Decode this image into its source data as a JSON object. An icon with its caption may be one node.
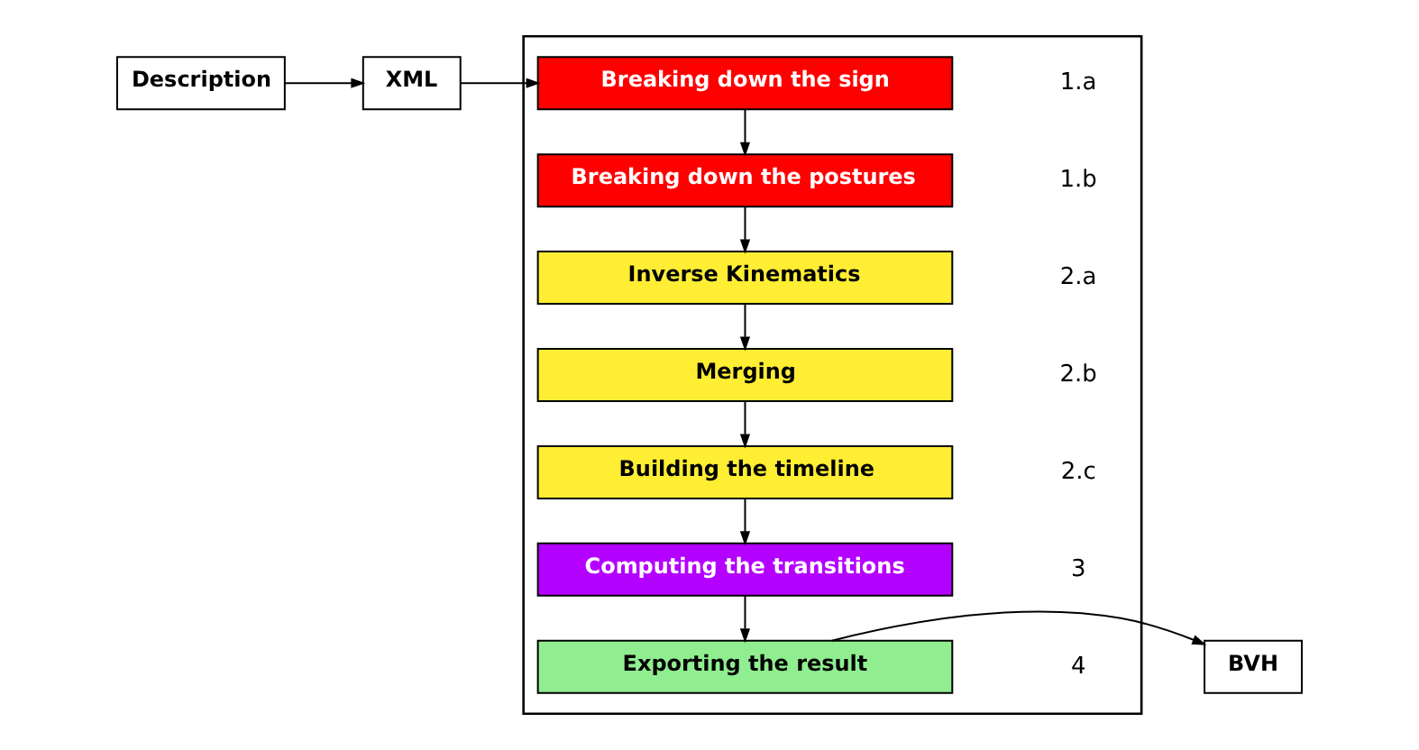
{
  "diagram": {
    "nodes": [
      {
        "text": [
          "Description"
        ]
      },
      {
        "text": [
          "XML"
        ]
      },
      {
        "text": [],
        "shape": "box"
      },
      {
        "text": [
          "Breaking down the sign"
        ],
        "in": 2
      },
      {
        "text": [
          "Breaking down the postures"
        ],
        "in": 2
      },
      {
        "text": [
          "Inverse Kinematics"
        ],
        "in": 2
      },
      {
        "text": [
          "Merging"
        ],
        "in": 2
      },
      {
        "text": [
          "Building the timeline"
        ],
        "in": 2
      },
      {
        "text": [
          "Computing the transitions"
        ],
        "in": 2
      },
      {
        "text": [
          "Exporting the result"
        ],
        "in": 2
      },
      {
        "text": [
          "BVH"
        ]
      }
    ],
    "edges": [
      {
        "from": 0,
        "to": 1,
        "arrow": "to"
      },
      {
        "from": 1,
        "to": 3,
        "arrow": "to"
      },
      {
        "from": 3,
        "to": 4,
        "arrow": "to"
      },
      {
        "from": 4,
        "to": 5,
        "arrow": "to"
      },
      {
        "from": 5,
        "to": 6,
        "arrow": "to"
      },
      {
        "from": 6,
        "to": 7,
        "arrow": "to"
      },
      {
        "from": 7,
        "to": 8,
        "arrow": "to"
      },
      {
        "from": 8,
        "to": 9,
        "arrow": "to"
      },
      {
        "from": 9,
        "to": 10,
        "arrow": "to"
      }
    ],
    "labels": [
      "1.a",
      "1.b",
      "2.a",
      "2.b",
      "2.c",
      "3",
      "4"
    ]
  }
}
